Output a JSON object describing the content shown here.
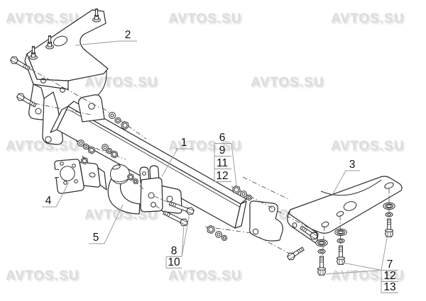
{
  "watermark": {
    "text": "AVTOS.SU",
    "color": "#dcdcdc"
  },
  "colors": {
    "line": "#2b2b2b",
    "leader": "#9a9a9a",
    "label": "#101010",
    "background": "#ffffff"
  },
  "callouts": {
    "part1": {
      "label": "1"
    },
    "part2": {
      "label": "2"
    },
    "part3": {
      "label": "3"
    },
    "part4": {
      "label": "4"
    },
    "part5": {
      "label": "5"
    },
    "stack_mid": {
      "labels": [
        "6",
        "9",
        "11",
        "12"
      ]
    },
    "stack_ball": {
      "labels": [
        "8",
        "10"
      ]
    },
    "stack_right": {
      "labels": [
        "7",
        "12",
        "13"
      ]
    }
  }
}
